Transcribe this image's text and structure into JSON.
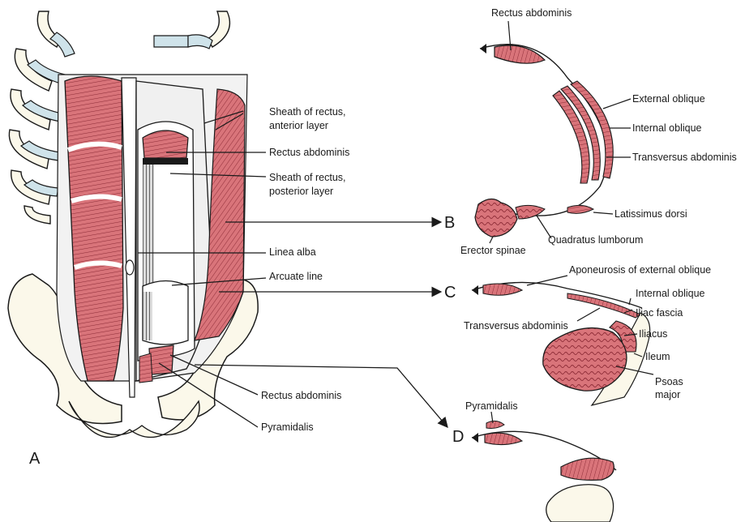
{
  "panels": {
    "a": "A",
    "b": "B",
    "c": "C",
    "d": "D"
  },
  "labels_a": {
    "sheath_anterior_1": "Sheath of rectus,",
    "sheath_anterior_2": "anterior layer",
    "rectus_upper": "Rectus abdominis",
    "sheath_posterior_1": "Sheath of rectus,",
    "sheath_posterior_2": "posterior layer",
    "linea_alba": "Linea alba",
    "arcuate_line": "Arcuate line",
    "rectus_lower": "Rectus abdominis",
    "pyramidalis": "Pyramidalis"
  },
  "labels_b": {
    "rectus": "Rectus abdominis",
    "external_oblique": "External oblique",
    "internal_oblique": "Internal oblique",
    "transversus": "Transversus abdominis",
    "latissimus": "Latissimus dorsi",
    "quadratus": "Quadratus lumborum",
    "erector": "Erector spinae"
  },
  "labels_c": {
    "aponeurosis": "Aponeurosis of external oblique",
    "internal_oblique": "Internal oblique",
    "iliac_fascia": "Iliac fascia",
    "transversus": "Transversus abdominis",
    "iliacus": "Iliacus",
    "ileum": "Ileum",
    "psoas_1": "Psoas",
    "psoas_2": "major"
  },
  "labels_d": {
    "pyramidalis": "Pyramidalis"
  },
  "colors": {
    "muscle": "#d9747a",
    "muscle_dark": "#b2424c",
    "bone": "#fbf8ea",
    "cartilage": "#cfe3ea",
    "outline": "#1a1a1a",
    "fascia": "#f2f2f2"
  }
}
